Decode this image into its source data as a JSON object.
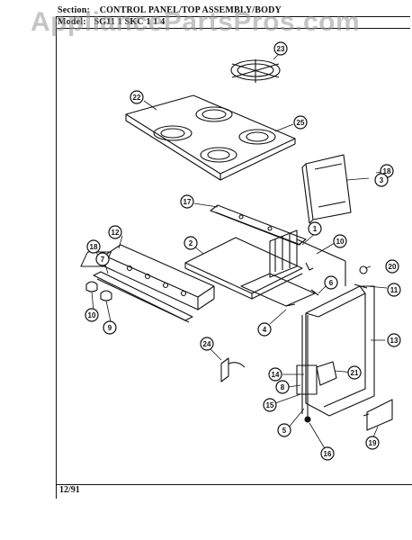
{
  "header": {
    "section_label": "Section:",
    "section_title": "CONTROL PANEL/TOP ASSEMBLY/BODY",
    "model_label": "Model:",
    "model_values": "SG11 1  SKC 1 1 4"
  },
  "watermark": "AppliancePartsPros.com",
  "footer": {
    "date": "12/91"
  },
  "callouts": [
    "23",
    "22",
    "25",
    "18",
    "3",
    "17",
    "1",
    "2",
    "10",
    "12",
    "18",
    "7",
    "20",
    "11",
    "6",
    "4",
    "10",
    "9",
    "13",
    "24",
    "14",
    "8",
    "21",
    "15",
    "5",
    "19",
    "16"
  ]
}
